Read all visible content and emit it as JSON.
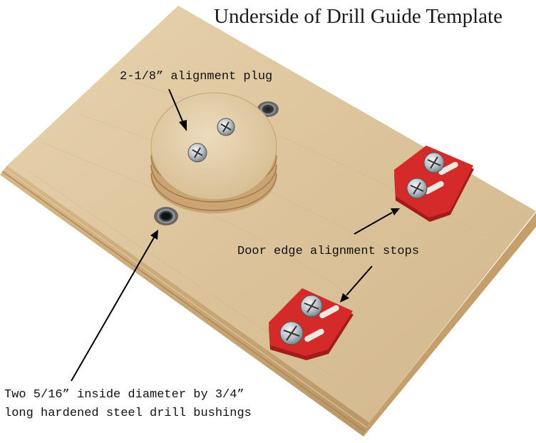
{
  "title": "Underside of Drill Guide Template",
  "labels": {
    "alignment_plug": "2-1/8” alignment plug",
    "alignment_stops": "Door edge alignment stops",
    "bushings_line1": "Two 5/16” inside diameter by 3/4”",
    "bushings_line2": "long hardened steel drill bushings"
  },
  "colors": {
    "board_top": "#dcc39b",
    "board_edge": "#c9a878",
    "plug_face": "#e3ceaa",
    "stop_red": "#d42a2a",
    "screw_silver": "#c8cdd2"
  }
}
